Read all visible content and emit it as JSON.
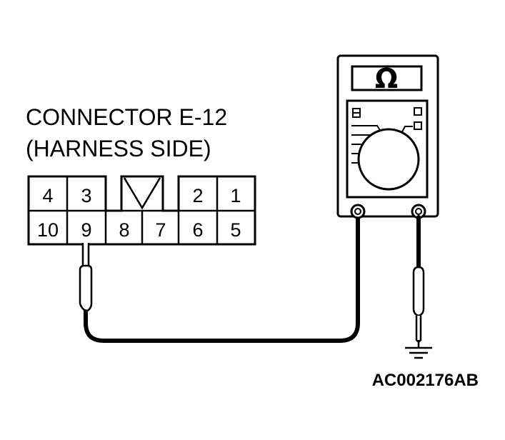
{
  "connector": {
    "title": "CONNECTOR E-12",
    "subtitle": "(HARNESS SIDE)",
    "top_row_pins": [
      "4",
      "3",
      "2",
      "1"
    ],
    "bottom_row_pins": [
      "10",
      "9",
      "8",
      "7",
      "6",
      "5"
    ]
  },
  "meter": {
    "display_symbol": "Ω"
  },
  "figure_code": "AC002176AB"
}
